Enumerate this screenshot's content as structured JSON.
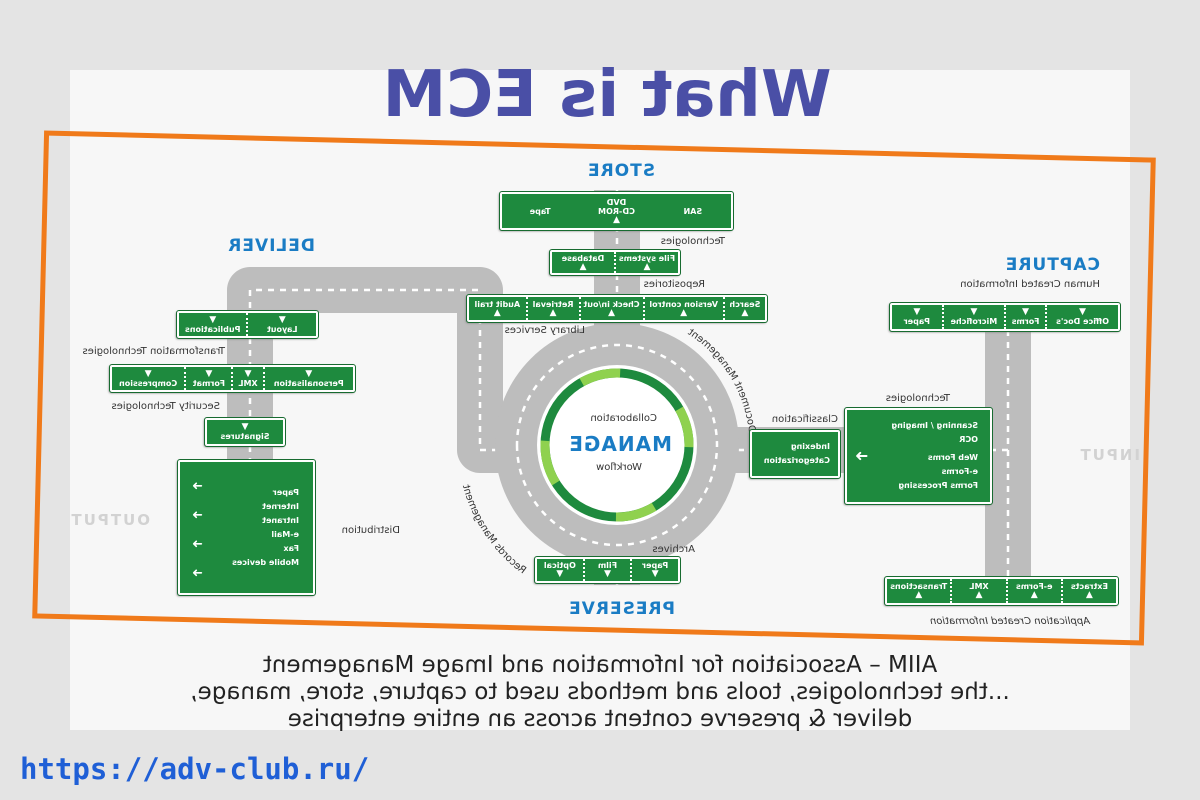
{
  "title": "What is ECM",
  "store": {
    "heading": "STORE",
    "tech_label": "Technologies",
    "tech": [
      "SAN",
      "DVD\nCD-ROM",
      "Tape"
    ],
    "repo_label": "Repositories",
    "repos": [
      "File systems",
      "Database"
    ],
    "lib_label": "Library Services",
    "lib": [
      "Search",
      "Version control",
      "Check in/out",
      "Retrieval",
      "Audit trail"
    ]
  },
  "manage": {
    "heading": "MANAGE",
    "top": "Collaboration",
    "bottom": "Workflow",
    "doc_mgmt": "Document Management",
    "rec_mgmt": "Records Management"
  },
  "capture": {
    "heading": "CAPTURE",
    "human_label": "Human Created Information",
    "human": [
      "Office Doc's",
      "Forms",
      "Microfiche",
      "Paper"
    ],
    "tech_label": "Technologies",
    "tech": [
      "Scanning / Imaging",
      "OCR",
      "Web Forms",
      "e-Forms",
      "Forms Processing"
    ],
    "class_label": "Classification",
    "class": [
      "Indexing",
      "Categorization"
    ],
    "app_label": "Application Created Information",
    "app": [
      "Extracts",
      "e-Forms",
      "XML",
      "Transactions"
    ],
    "input": "INPUT"
  },
  "preserve": {
    "heading": "PRESERVE",
    "label": "Archives",
    "items": [
      "Paper",
      "Film",
      "Optical"
    ]
  },
  "deliver": {
    "heading": "DELIVER",
    "pub": [
      "Layout",
      "Publications"
    ],
    "trans_label": "Transformation Technologies",
    "trans": [
      "Personalisation",
      "XML",
      "Format",
      "Compression"
    ],
    "sec_label": "Security Technologies",
    "sec": [
      "Signatures"
    ],
    "dist_label": "Distribution",
    "dist": [
      "Paper",
      "Internet",
      "Intranet",
      "e-Mail",
      "Fax",
      "Mobile devices"
    ],
    "output": "OUTPUT"
  },
  "caption": [
    "AIIM – Association for Information and Image Management",
    "...the technologies, tools and methods used to capture, store, manage,",
    "deliver & preserve content across an entire enterprise"
  ],
  "watermark": "https://adv-club.ru/",
  "colors": {
    "sign": "#1e8a3e",
    "heading": "#1a7cc4",
    "title": "#4a4fa6",
    "frame": "#f07a1a"
  }
}
